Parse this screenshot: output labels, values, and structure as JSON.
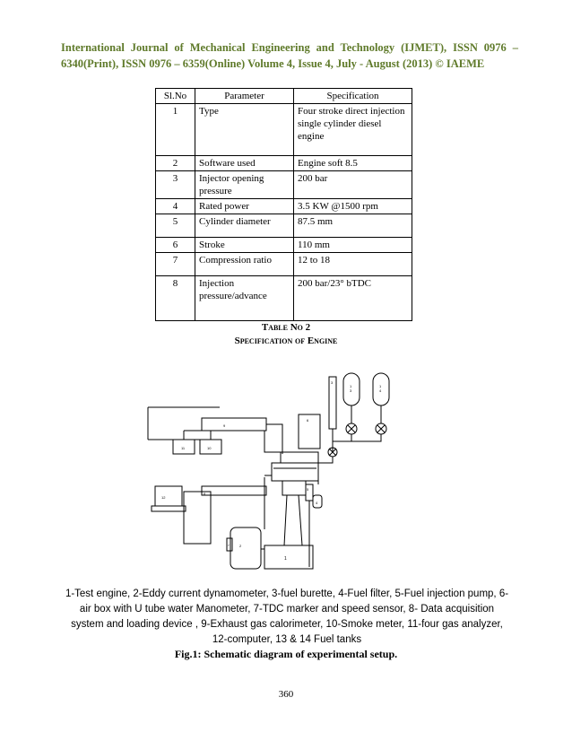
{
  "header": {
    "journal_line": "International Journal of Mechanical Engineering and Technology (IJMET), ISSN 0976 – 6340(Print), ISSN 0976 – 6359(Online) Volume 4, Issue 4, July - August (2013) © IAEME"
  },
  "table": {
    "columns": [
      "Sl.No",
      "Parameter",
      "Specification"
    ],
    "rows": [
      {
        "no": "1",
        "param": "Type",
        "spec": "Four stroke direct injection single cylinder diesel engine"
      },
      {
        "no": "2",
        "param": "Software used",
        "spec": "Engine soft 8.5"
      },
      {
        "no": "3",
        "param": "Injector opening pressure",
        "spec": "200 bar"
      },
      {
        "no": "4",
        "param": "Rated power",
        "spec": "3.5 KW @1500 rpm"
      },
      {
        "no": "5",
        "param": "Cylinder diameter",
        "spec": "87.5 mm"
      },
      {
        "no": "6",
        "param": "Stroke",
        "spec": "110 mm"
      },
      {
        "no": "7",
        "param": "Compression ratio",
        "spec": "12 to 18"
      },
      {
        "no": "8",
        "param": "Injection pressure/advance",
        "spec": "200 bar/23° bTDC"
      }
    ],
    "caption_line1": "Table No 2",
    "caption_line2": "Specification of Engine"
  },
  "diagram": {
    "labels": {
      "engine": "1",
      "dynamometer": "2",
      "burette": "3",
      "fuel_filter": "4",
      "injection_pump": "5",
      "air_box": "6",
      "tdc_marker": "7",
      "daq": "8",
      "calorimeter": "9",
      "smoke_meter": "10",
      "gas_analyzer": "11",
      "computer": "12",
      "tank13": "1\n3",
      "tank14": "1\n4"
    }
  },
  "figure": {
    "legend": "1-Test engine, 2-Eddy current dynamometer, 3-fuel burette, 4-Fuel filter, 5-Fuel injection pump, 6-air box with U tube water Manometer, 7-TDC marker and speed sensor, 8- Data acquisition system and loading device , 9-Exhaust gas calorimeter, 10-Smoke meter, 11-four gas analyzer, 12-computer, 13 & 14 Fuel tanks",
    "caption": "Fig.1: Schematic diagram of experimental setup."
  },
  "page_number": "360"
}
